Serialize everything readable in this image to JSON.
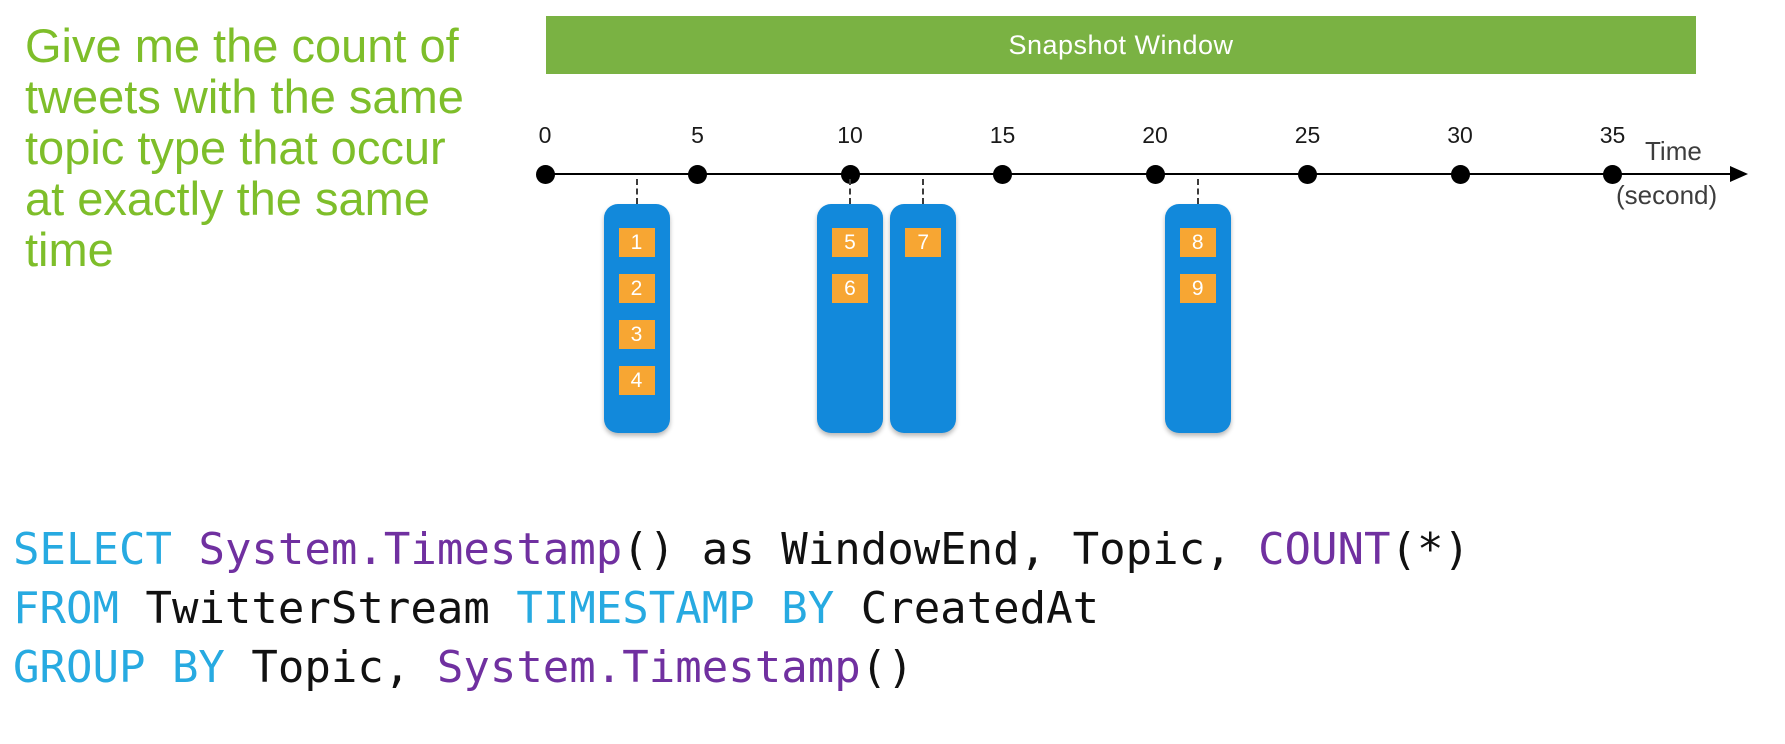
{
  "question": {
    "lines": [
      "Give me the count of",
      "tweets with the same",
      "topic type that occur",
      "at exactly the same",
      "time"
    ]
  },
  "banner": {
    "label": "Snapshot Window"
  },
  "timeline": {
    "ticks": [
      "0",
      "5",
      "10",
      "15",
      "20",
      "25",
      "30",
      "35"
    ],
    "tick_interval_seconds": 5,
    "axis_label": "Time",
    "axis_unit": "(second)"
  },
  "event_groups": [
    {
      "time_seconds": 3,
      "events": [
        "1",
        "2",
        "3",
        "4"
      ]
    },
    {
      "time_seconds": 10,
      "events": [
        "5",
        "6"
      ]
    },
    {
      "time_seconds": 12.4,
      "events": [
        "7"
      ]
    },
    {
      "time_seconds": 21.4,
      "events": [
        "8",
        "9"
      ]
    }
  ],
  "code": {
    "language": "stream-analytics-sql",
    "lines": [
      [
        {
          "text": "SELECT",
          "type": "keyword"
        },
        {
          "text": " ",
          "type": "plain"
        },
        {
          "text": "System.Timestamp",
          "type": "function"
        },
        {
          "text": "() as WindowEnd, Topic, ",
          "type": "plain"
        },
        {
          "text": "COUNT",
          "type": "function"
        },
        {
          "text": "(*)",
          "type": "plain"
        }
      ],
      [
        {
          "text": "FROM",
          "type": "keyword"
        },
        {
          "text": " TwitterStream ",
          "type": "plain"
        },
        {
          "text": "TIMESTAMP BY",
          "type": "keyword"
        },
        {
          "text": " CreatedAt",
          "type": "plain"
        }
      ],
      [
        {
          "text": "GROUP BY",
          "type": "keyword"
        },
        {
          "text": " Topic, ",
          "type": "plain"
        },
        {
          "text": "System.Timestamp",
          "type": "function"
        },
        {
          "text": "()",
          "type": "plain"
        }
      ]
    ]
  },
  "colors": {
    "question_text": "#7EBE2A",
    "banner_bg": "#7AB243",
    "banner_text": "#FFFFFF",
    "event_box": "#1289DB",
    "event_chip": "#F7A633",
    "event_chip_text": "#FFFFFF",
    "code_keyword": "#27AAE1",
    "code_function": "#7030A0",
    "code_plain": "#111111"
  }
}
